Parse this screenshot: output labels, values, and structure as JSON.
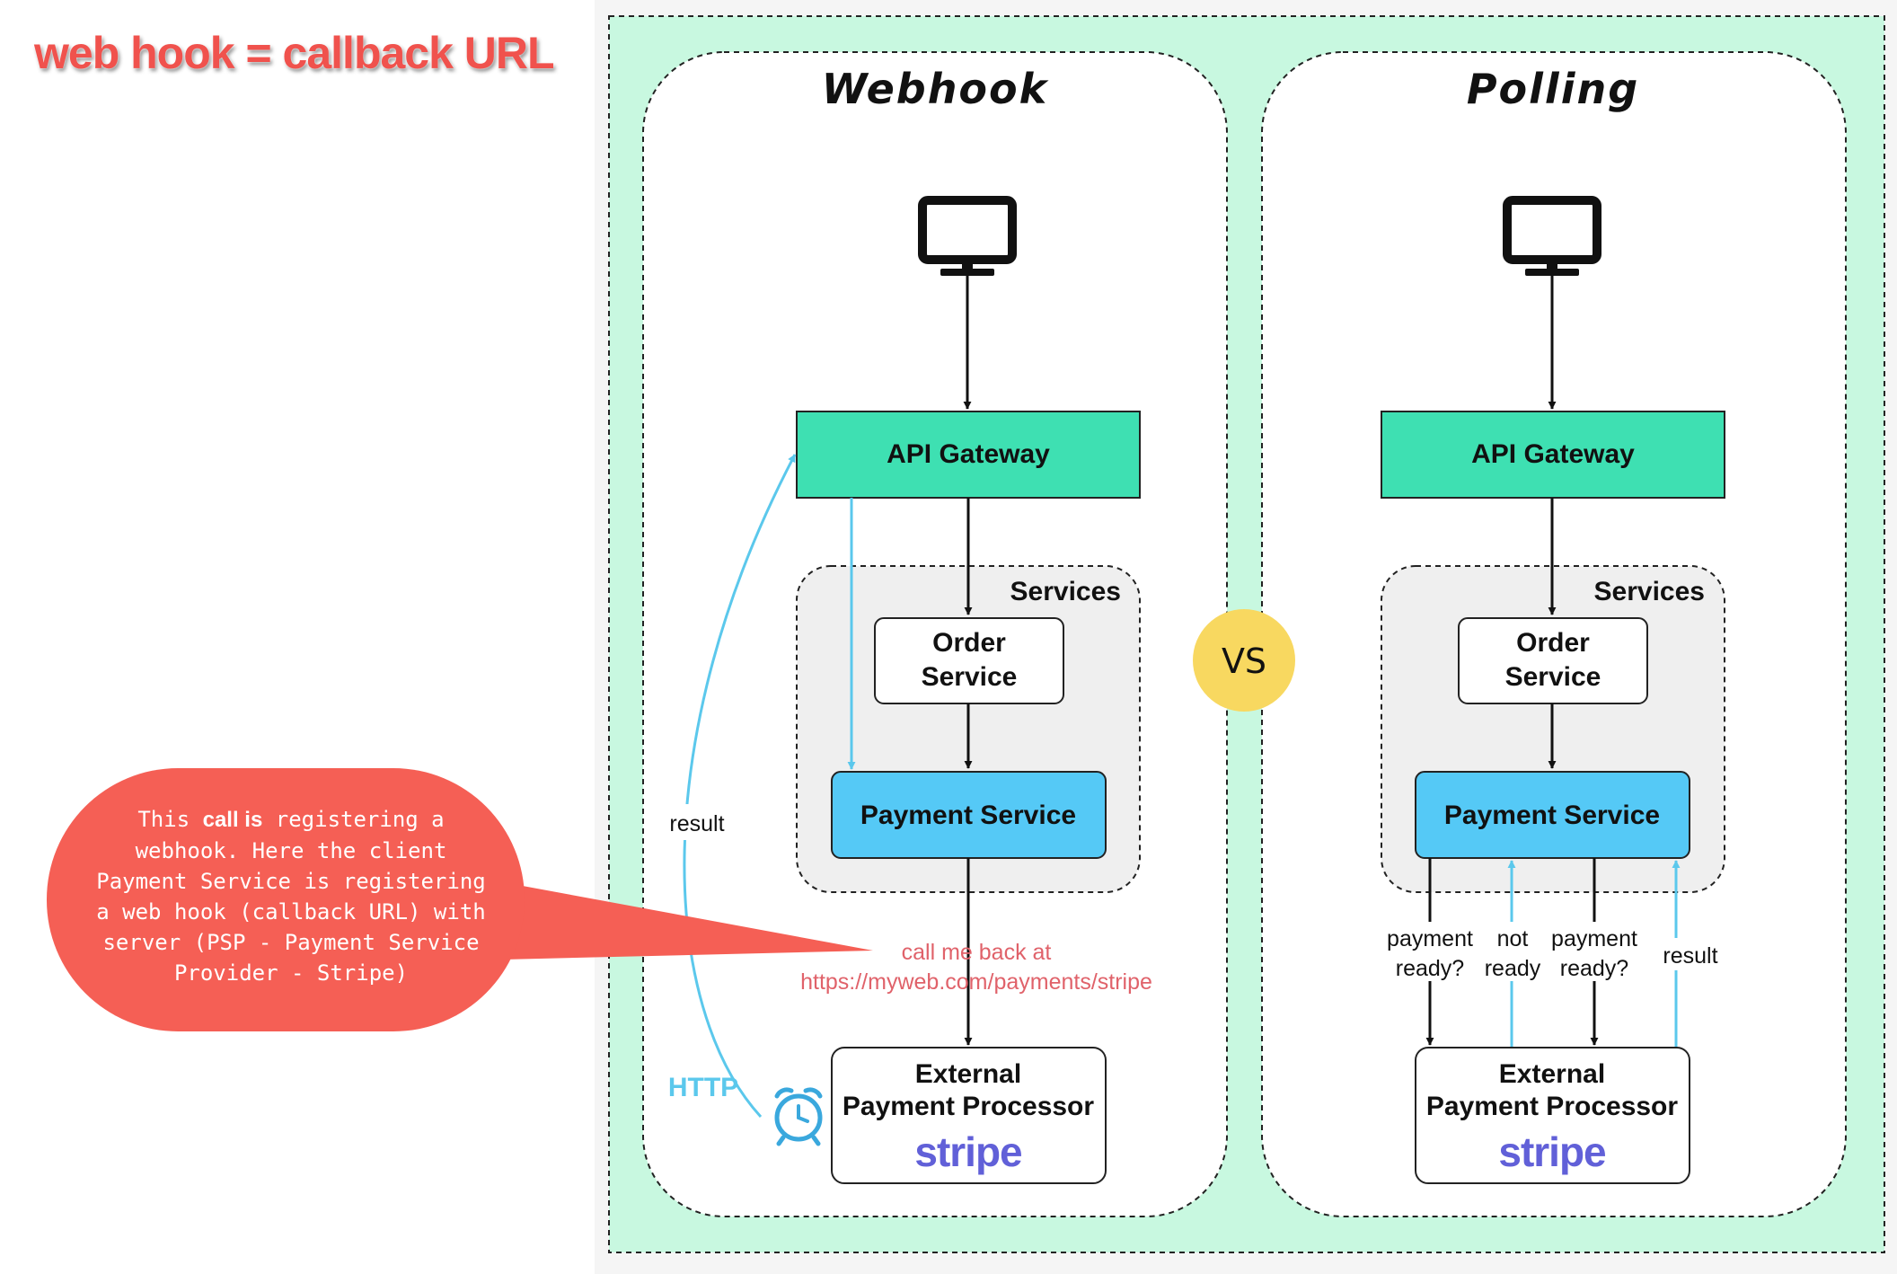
{
  "heading": "web hook = callback URL",
  "callout": {
    "line1_a": "This ",
    "line1_bold": "call is",
    "line1_b": " registering a",
    "line2": "webhook. Here the client",
    "line3": "Payment Service is registering",
    "line4": "a web hook (callback URL) with",
    "line5": "server (PSP - Payment Service",
    "line6": "Provider - Stripe)"
  },
  "webhook": {
    "title": "Webhook",
    "api_gateway": "API Gateway",
    "services": "Services",
    "order_line1": "Order",
    "order_line2": "Service",
    "payment_service": "Payment Service",
    "external_line1": "External",
    "external_line2": "Payment Processor",
    "stripe": "stripe",
    "result_label": "result",
    "http_label": "HTTP",
    "callback_line1": "call me back at",
    "callback_line2": "https://myweb.com/payments/stripe"
  },
  "vs": "VS",
  "polling": {
    "title": "Polling",
    "api_gateway": "API Gateway",
    "services": "Services",
    "order_line1": "Order",
    "order_line2": "Service",
    "payment_service": "Payment Service",
    "external_line1": "External",
    "external_line2": "Payment Processor",
    "stripe": "stripe",
    "q1_line1": "payment",
    "q1_line2": "ready?",
    "nr_line1": "not",
    "nr_line2": "ready",
    "q2_line1": "payment",
    "q2_line2": "ready?",
    "result_label": "result"
  },
  "colors": {
    "gateway_fill": "#3ee0b2",
    "payment_fill": "#55c9f6",
    "panel_bg": "#c8f8e0",
    "callout": "#f55f55",
    "arrow_blue": "#5bc8ec",
    "vs_circle": "#f8d860"
  },
  "icons": [
    "monitor-icon",
    "alarm-clock-icon"
  ]
}
